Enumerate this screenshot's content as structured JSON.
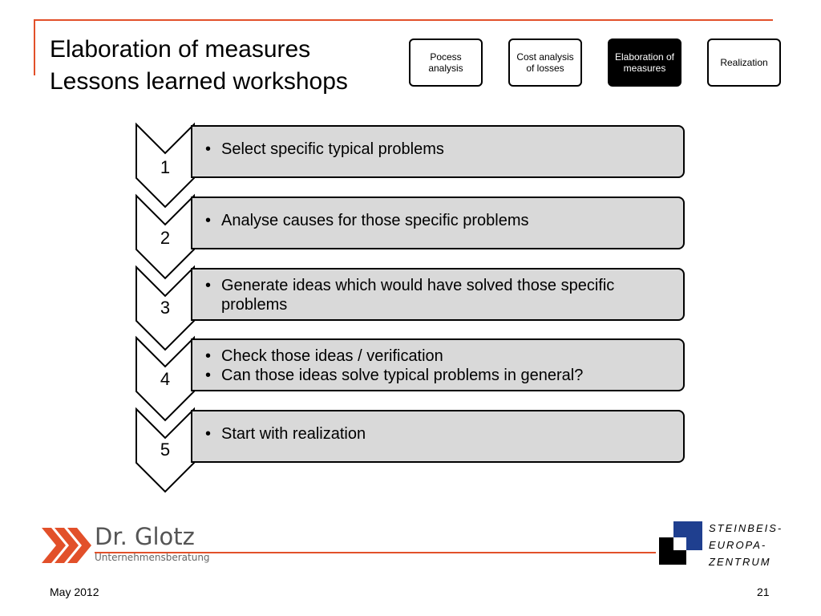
{
  "title_lines": [
    "Elaboration of measures",
    "Lessons learned workshops"
  ],
  "process_steps": [
    {
      "label": "Pocess analysis",
      "active": false
    },
    {
      "label": "Cost analysis of losses",
      "active": false
    },
    {
      "label": "Elaboration of measures",
      "active": true
    },
    {
      "label": "Realization",
      "active": false
    }
  ],
  "flow": [
    {
      "number": "1",
      "bullets": [
        "Select specific typical problems"
      ]
    },
    {
      "number": "2",
      "bullets": [
        "Analyse causes for those specific problems"
      ]
    },
    {
      "number": "3",
      "bullets": [
        "Generate ideas which would have solved those specific problems"
      ]
    },
    {
      "number": "4",
      "bullets": [
        "Check those ideas / verification",
        "Can those ideas solve typical problems in general?"
      ]
    },
    {
      "number": "5",
      "bullets": [
        "Start with realization"
      ]
    }
  ],
  "footer": {
    "logo_name": "Dr. Glotz",
    "logo_subtitle": "Unternehmensberatung",
    "partner_lines": [
      "STEINBEIS-",
      "EUROPA-",
      "ZENTRUM"
    ],
    "date": "May 2012",
    "page": "21"
  },
  "colors": {
    "accent": "#e2502a",
    "row_fill": "#d9d9d9",
    "logo_blue": "#1f3f8f"
  }
}
